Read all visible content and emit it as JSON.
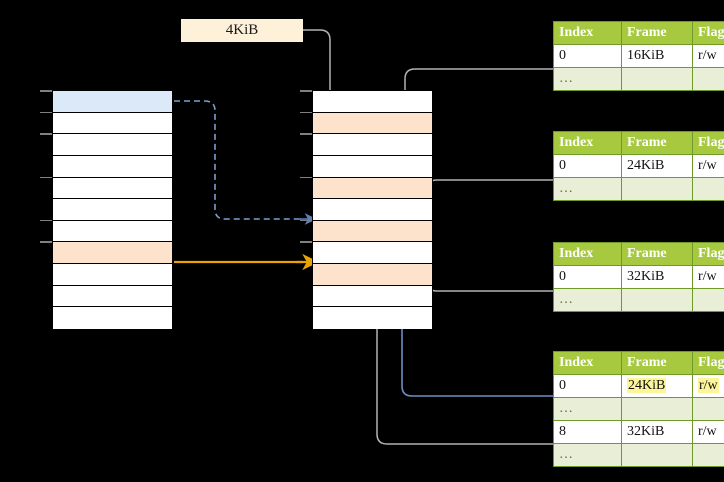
{
  "diagram": {
    "title_label": "4KiB",
    "page_size_label": "4KiB"
  },
  "left_table": {
    "name": "virtual-address-space",
    "row_count": 11,
    "highlight_blue_index": 0,
    "highlight_peach_index": 7
  },
  "middle_table": {
    "name": "physical-memory",
    "row_count": 11,
    "peach_indices": [
      1,
      4,
      6,
      8
    ]
  },
  "page_tables": [
    {
      "id": "table-1",
      "headers": [
        "Index",
        "Frame",
        "Flags"
      ],
      "rows": [
        {
          "cells": [
            "0",
            "16KiB",
            "r/w"
          ],
          "alt": false,
          "highlight": []
        },
        {
          "cells": [
            "…",
            "",
            ""
          ],
          "alt": true,
          "highlight": []
        }
      ]
    },
    {
      "id": "table-2",
      "headers": [
        "Index",
        "Frame",
        "Flags"
      ],
      "rows": [
        {
          "cells": [
            "0",
            "24KiB",
            "r/w"
          ],
          "alt": false,
          "highlight": []
        },
        {
          "cells": [
            "…",
            "",
            ""
          ],
          "alt": true,
          "highlight": []
        }
      ]
    },
    {
      "id": "table-3",
      "headers": [
        "Index",
        "Frame",
        "Flags"
      ],
      "rows": [
        {
          "cells": [
            "0",
            "32KiB",
            "r/w"
          ],
          "alt": false,
          "highlight": []
        },
        {
          "cells": [
            "…",
            "",
            ""
          ],
          "alt": true,
          "highlight": []
        }
      ]
    },
    {
      "id": "table-4",
      "headers": [
        "Index",
        "Frame",
        "Flags"
      ],
      "rows": [
        {
          "cells": [
            "0",
            "24KiB",
            "r/w"
          ],
          "alt": false,
          "highlight": [
            1,
            2
          ]
        },
        {
          "cells": [
            "…",
            "",
            ""
          ],
          "alt": true,
          "highlight": []
        },
        {
          "cells": [
            "8",
            "32KiB",
            "r/w"
          ],
          "alt": false,
          "highlight": []
        },
        {
          "cells": [
            "…",
            "",
            ""
          ],
          "alt": true,
          "highlight": []
        }
      ]
    }
  ],
  "colors": {
    "background": "#000000",
    "table_header": "#a6c93f",
    "table_alt_row": "#e9eed6",
    "table_border": "#6f9a2a",
    "highlight_yellow": "#fdf59a",
    "row_blue": "#dce9f9",
    "row_peach": "#fde2cc",
    "label_box": "#fdf1d9",
    "wire_gray": "#b3b3b3",
    "wire_blue": "#6b8fc4",
    "wire_orange": "#e8a400",
    "arrow_gray": "#c7c7c7"
  },
  "connectors": [
    {
      "name": "blue-dashed-lookup",
      "style": "dashed",
      "color": "#6b8fc4"
    },
    {
      "name": "orange-solid-lookup",
      "style": "solid",
      "color": "#e8a400"
    },
    {
      "name": "page-size-wire",
      "style": "solid",
      "color": "#b3b3b3"
    },
    {
      "name": "table1-frame-wire",
      "style": "solid",
      "color": "#b3b3b3"
    },
    {
      "name": "table2-frame-wire",
      "style": "solid",
      "color": "#b3b3b3"
    },
    {
      "name": "table3-frame-wire",
      "style": "solid",
      "color": "#b3b3b3"
    },
    {
      "name": "table4-row0-wire",
      "style": "solid",
      "color": "#6b8fc4"
    },
    {
      "name": "table4-row8-wire",
      "style": "solid",
      "color": "#b3b3b3"
    }
  ]
}
